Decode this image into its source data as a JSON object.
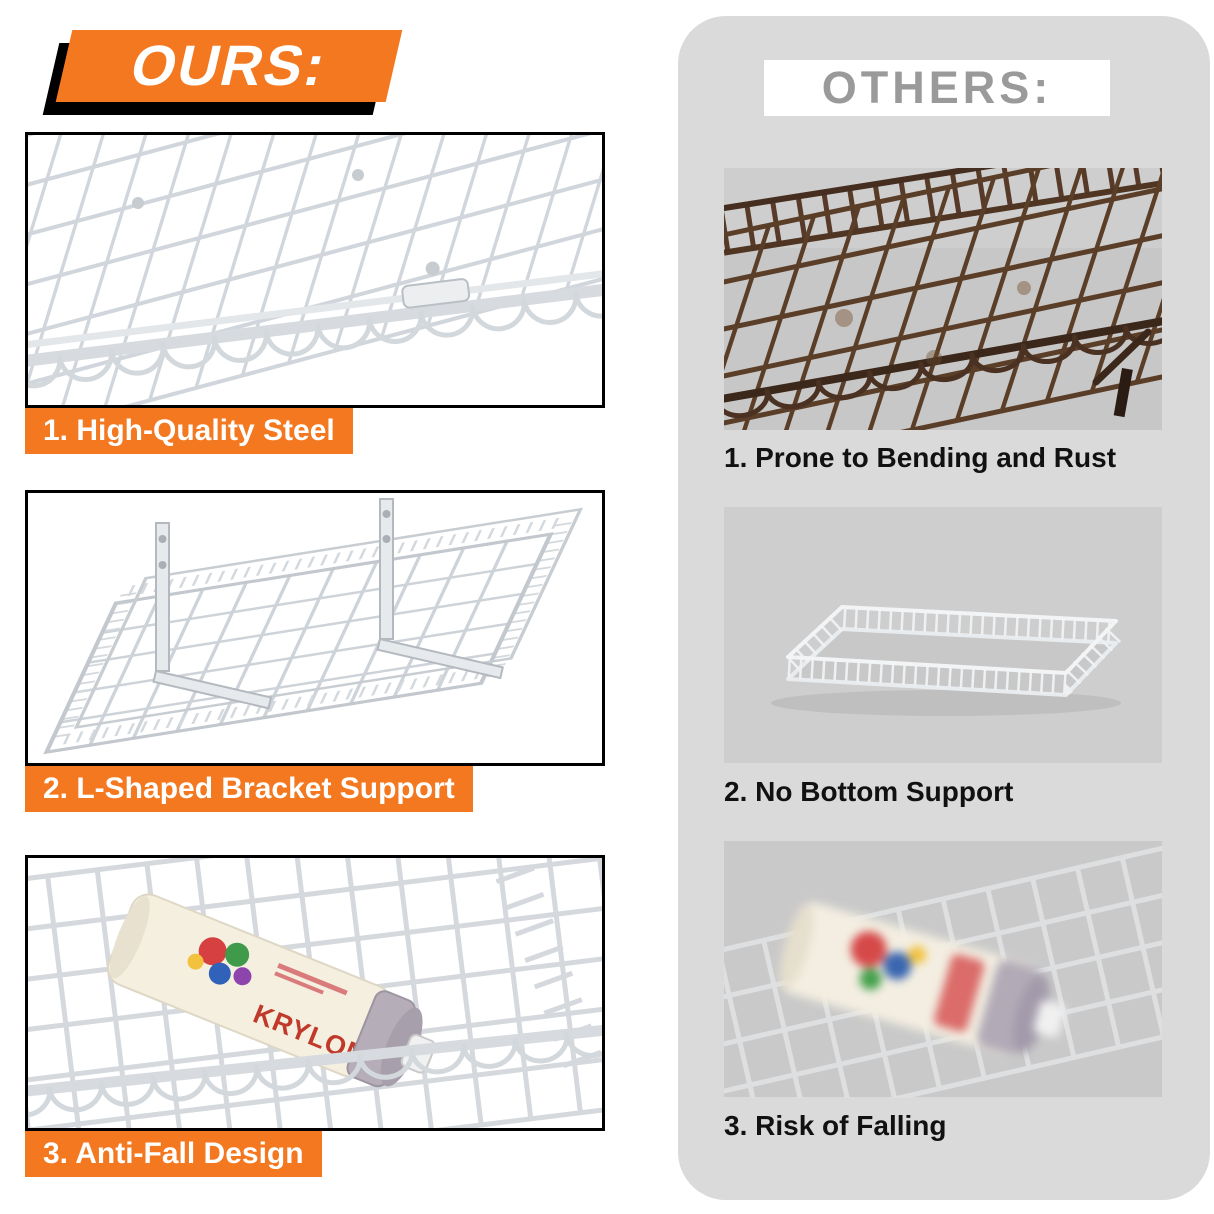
{
  "page": {
    "type": "product-comparison-infographic"
  },
  "ours": {
    "title": "OURS:",
    "accent_color": "#F4781F",
    "items": [
      {
        "label": "1. High-Quality Steel",
        "image": "white-steel-wire-shelf-corner"
      },
      {
        "label": "2. L-Shaped Bracket Support",
        "image": "white-wire-basket-with-l-brackets"
      },
      {
        "label": "3. Anti-Fall Design",
        "image": "spray-can-held-in-wire-basket",
        "can_brand": "KRYLON"
      }
    ]
  },
  "others": {
    "title": "OTHERS:",
    "panel_color": "#DADADA",
    "title_color": "#9A9A9A",
    "items": [
      {
        "label": "1. Prone to Bending and Rust",
        "image": "rusty-wire-basket"
      },
      {
        "label": "2. No Bottom Support",
        "image": "shallow-wire-tray-no-bottom"
      },
      {
        "label": "3. Risk of Falling",
        "image": "blurred-spray-can-rolling-on-wire-shelf"
      }
    ]
  }
}
